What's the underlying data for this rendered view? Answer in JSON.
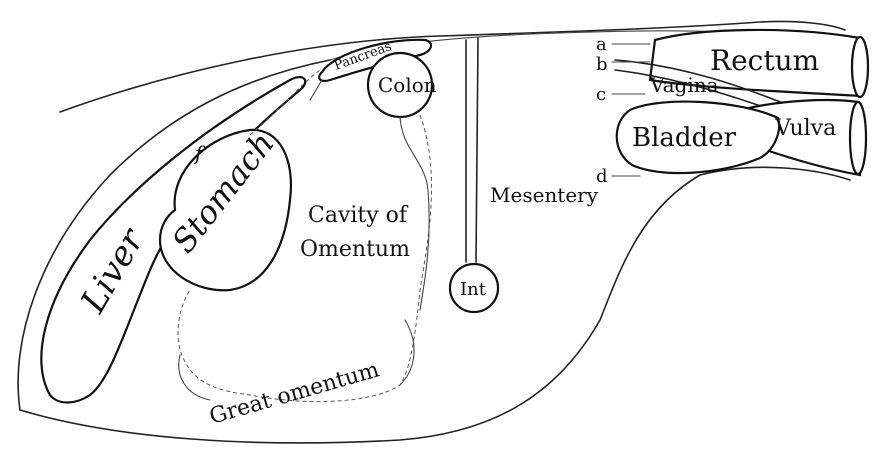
{
  "labels": {
    "liver": "Liver",
    "stomach": "Stomach",
    "f": "f",
    "pancreas": "Pancreas",
    "colon": "Colon",
    "cavity_line1": "Cavity of",
    "cavity_line2": "Omentum",
    "great_omentum": "Great omentum",
    "mesentery": "Mesentery",
    "int": "Int",
    "rectum": "Rectum",
    "vagina": "Vagina",
    "bladder": "Bladder",
    "vulva": "Vulva",
    "a": "a",
    "b": "b",
    "c": "c",
    "d": "d"
  }
}
